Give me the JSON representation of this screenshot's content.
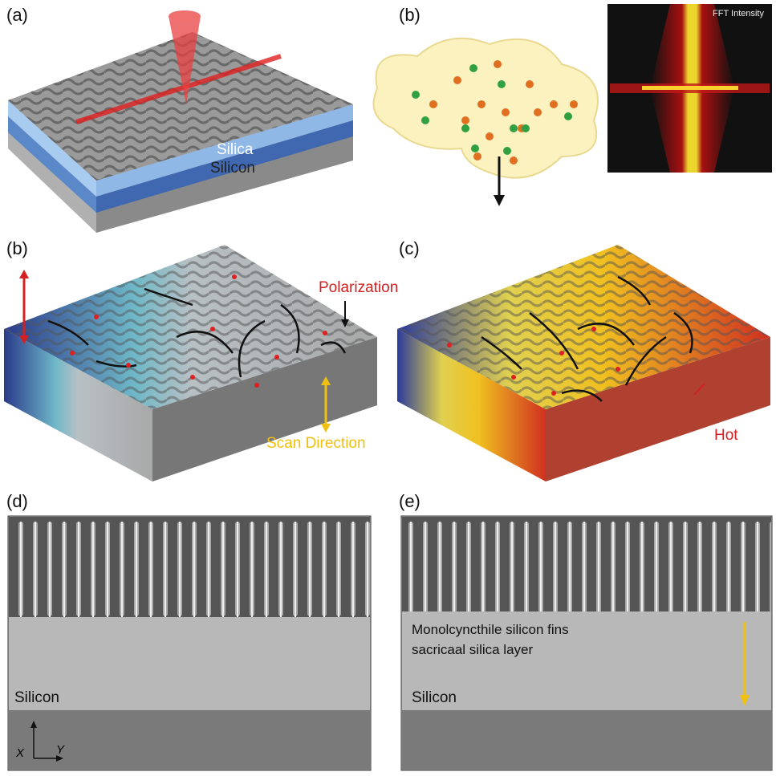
{
  "panels": {
    "a": {
      "label": "(a)",
      "layer_top": "Silica",
      "layer_bottom": "Silicon"
    },
    "b_top": {
      "label": "(b)",
      "fft_label": "FFT Intensity"
    },
    "b_mid": {
      "label": "(b)",
      "polarization": "Polarization",
      "scan_direction": "Scan Direction"
    },
    "c": {
      "label": "(c)",
      "hot": "Hot"
    },
    "d": {
      "label": "(d)",
      "substrate": "Silicon",
      "axis_x": "X",
      "axis_y": "Y"
    },
    "e": {
      "label": "(e)",
      "annotation_line1": "Monolcyncthile silicon fins",
      "annotation_line2": "sacricaal silica layer",
      "substrate": "Silicon"
    }
  },
  "colors": {
    "red": "#d42020",
    "yellow": "#f0c010",
    "blue": "#4a78c0",
    "silica": "#8fb8e6"
  }
}
